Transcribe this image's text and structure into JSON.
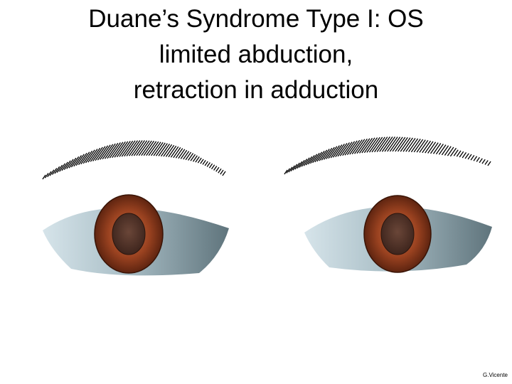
{
  "title_lines": [
    "Duane’s Syndrome Type I: OS",
    "limited abduction,",
    "retraction in adduction"
  ],
  "credit": "G.Vicente",
  "colors": {
    "sclera_light": "#d6e4ea",
    "sclera_dark": "#5f747c",
    "iris_outer": "#6e2a14",
    "iris_inner": "#b8633a",
    "pupil": "#4a2e24",
    "brow": "#000000"
  }
}
